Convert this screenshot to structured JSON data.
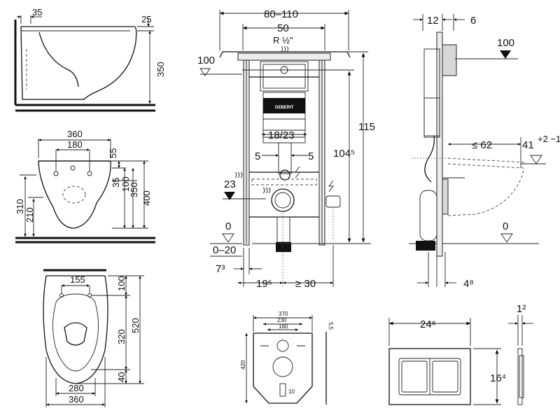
{
  "bowl_side": {
    "top_offset": "35",
    "rim_height": "25",
    "height": "350"
  },
  "bowl_front": {
    "width": "360",
    "bolt_spacing": "180",
    "d55": "55",
    "d35": "35",
    "d100": "100",
    "d350": "350",
    "d400": "400",
    "d310": "310",
    "d210": "210"
  },
  "bowl_top": {
    "d155": "155",
    "d100": "100",
    "d520": "520",
    "d320": "320",
    "d40": "40",
    "d280": "280",
    "d360": "360"
  },
  "frame_front": {
    "width_range": "80–110",
    "width_50": "50",
    "thread": "R ½\"",
    "level_100": "100",
    "range_18_23": "18/23",
    "offset_5_left": "5",
    "offset_5_right": "5",
    "height_115": "115",
    "height_1045": "104⁵",
    "level_23": "23",
    "level_0": "0",
    "floor_range": "0–20",
    "d73": "7³",
    "d195": "19⁵",
    "d30": "≥ 30",
    "brand": "GEBERIT"
  },
  "frame_side": {
    "d12": "12",
    "d6": "6",
    "level_100": "100",
    "d62": "≤ 62",
    "d41": "41",
    "tol": "+2 −1",
    "level_0": "0",
    "d48": "4⁸"
  },
  "pad": {
    "w370": "370",
    "w230": "230",
    "w180": "180",
    "h420": "420",
    "t55": "5,5",
    "d10": "10"
  },
  "plate": {
    "width": "24⁶",
    "height": "16⁴",
    "depth": "1²"
  }
}
